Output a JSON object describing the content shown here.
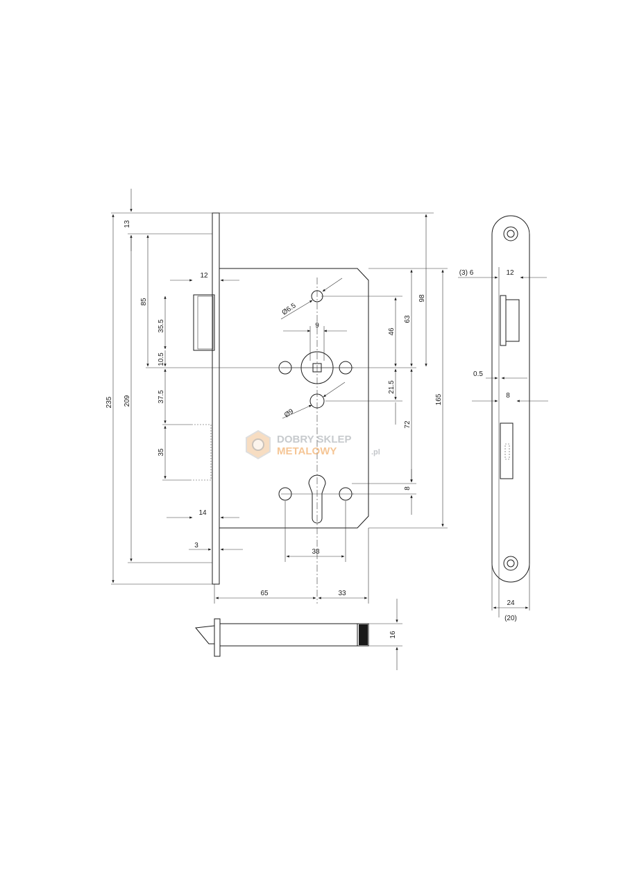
{
  "watermark": {
    "line1": "DOBRY SKLEP",
    "line2": "METALOWY",
    "suffix": ".pl"
  },
  "dimensions": {
    "d235": "235",
    "d209": "209",
    "d13": "13",
    "d85": "85",
    "d12_top": "12",
    "d35_5": "35.5",
    "d10_5": "10.5",
    "d37_5": "37.5",
    "d35": "35",
    "d14": "14",
    "d3": "3",
    "d65": "65",
    "d33": "33",
    "d38": "38",
    "d9": "9",
    "d_phi6_5": "Ø6.5",
    "d_phi9": "Ø9",
    "d98": "98",
    "d63": "63",
    "d46": "46",
    "d21_5": "21.5",
    "d72": "72",
    "d8_right": "8",
    "d165": "165",
    "d16": "16",
    "side_3_6": "(3)  6",
    "side_12": "12",
    "side_0_5": "0.5",
    "side_8": "8",
    "side_24": "24",
    "side_20": "(20)"
  }
}
